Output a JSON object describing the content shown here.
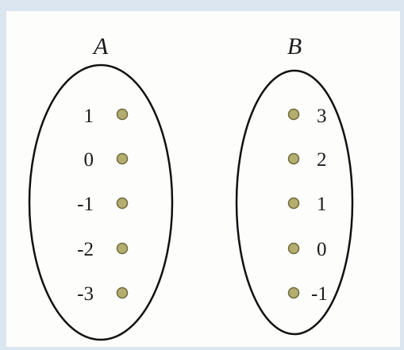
{
  "colors": {
    "background": "#dbe6f0",
    "panel": "#fdfdfc",
    "outline": "#111111",
    "dot_fill": "#b3ad6f",
    "dot_stroke": "#6e6a3b"
  },
  "sets": [
    {
      "name": "A",
      "elements": [
        "1",
        "0",
        "-1",
        "-2",
        "-3"
      ]
    },
    {
      "name": "B",
      "elements": [
        "3",
        "2",
        "1",
        "0",
        "-1"
      ]
    }
  ]
}
